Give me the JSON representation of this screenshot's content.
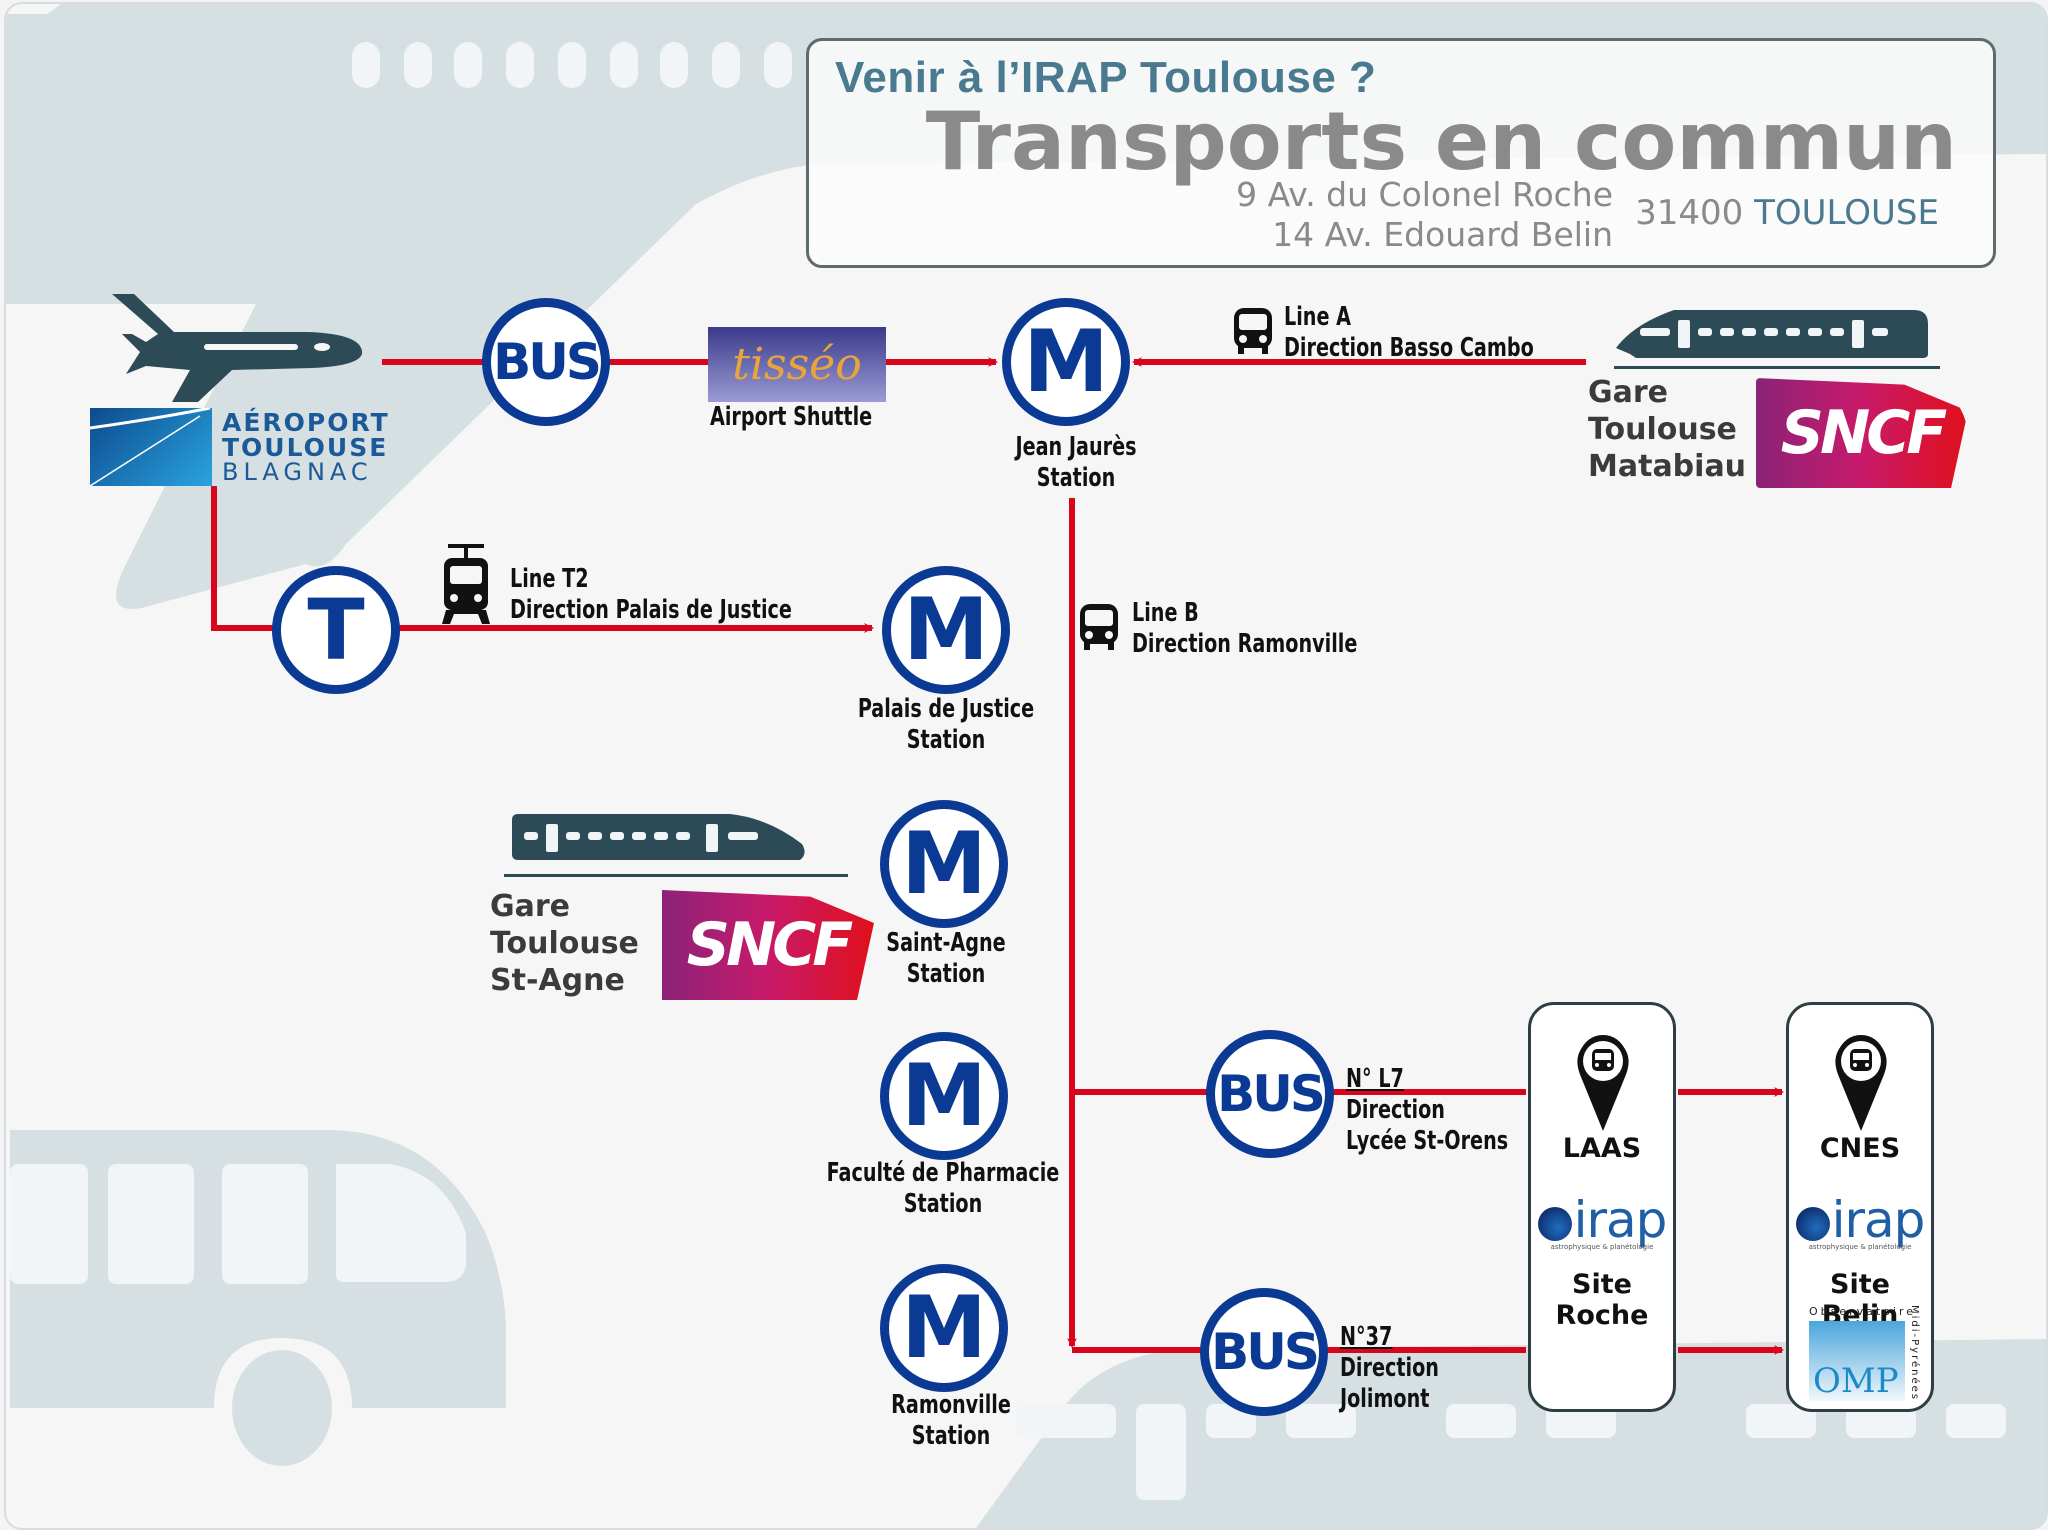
{
  "header": {
    "kicker": "Venir à l’IRAP Toulouse ?",
    "title": "Transports en commun",
    "address_line1": "9 Av. du Colonel Roche",
    "address_line2": "14 Av. Edouard Belin",
    "postcode": "31400",
    "city": "TOULOUSE"
  },
  "airport": {
    "logo_line1": "AÉROPORT",
    "logo_line2": "TOULOUSE",
    "logo_line3": "BLAGNAC",
    "icon": "airplane-icon"
  },
  "shuttle": {
    "badge": "BUS",
    "brand": "tisséo",
    "label": "Airport Shuttle"
  },
  "tram": {
    "badge": "T",
    "line": "Line T2",
    "direction": "Direction Palais de Justice",
    "icon": "tram-icon"
  },
  "metro_a": {
    "line": "Line A",
    "direction": "Direction Basso Cambo",
    "icon": "metro-icon"
  },
  "metro_b": {
    "line": "Line B",
    "direction": "Direction Ramonville",
    "icon": "metro-icon"
  },
  "stations": [
    {
      "badge": "M",
      "name": "Jean Jaurès",
      "suffix": "Station"
    },
    {
      "badge": "M",
      "name": "Palais de Justice",
      "suffix": "Station"
    },
    {
      "badge": "M",
      "name": "Saint-Agne",
      "suffix": "Station"
    },
    {
      "badge": "M",
      "name": "Faculté de Pharmacie",
      "suffix": "Station"
    },
    {
      "badge": "M",
      "name": "Ramonville",
      "suffix": "Station"
    }
  ],
  "gare_matabiau": {
    "line1": "Gare",
    "line2": "Toulouse",
    "line3": "Matabiau",
    "brand": "SNCF",
    "icon": "train-icon"
  },
  "gare_st_agne": {
    "line1": "Gare",
    "line2": "Toulouse",
    "line3": "St-Agne",
    "brand": "SNCF",
    "icon": "train-icon"
  },
  "bus_l7": {
    "badge": "BUS",
    "number": "N° L7",
    "direction_label": "Direction",
    "direction": "Lycée St-Orens"
  },
  "bus_37": {
    "badge": "BUS",
    "number": "N°37",
    "direction_label": "Direction",
    "direction": "Jolimont"
  },
  "sites": [
    {
      "stop": "LAAS",
      "logo": "irap",
      "logo_sub": "astrophysique & planétologie",
      "name": "Site Roche"
    },
    {
      "stop": "CNES",
      "logo": "irap",
      "logo_sub": "astrophysique & planétologie",
      "name": "Site Belin",
      "extra_logo_top": "Observatoire",
      "extra_logo_side": "Midi-Pyrénées",
      "extra_logo_mark": "OMP"
    }
  ],
  "colors": {
    "route_line": "#d9051c",
    "metro_blue": "#0b3a94",
    "train_dark": "#2d4b56",
    "title_blue": "#4a7a90",
    "title_gray": "#8a8a8a",
    "background_silhouette": "#d6e0e3"
  }
}
